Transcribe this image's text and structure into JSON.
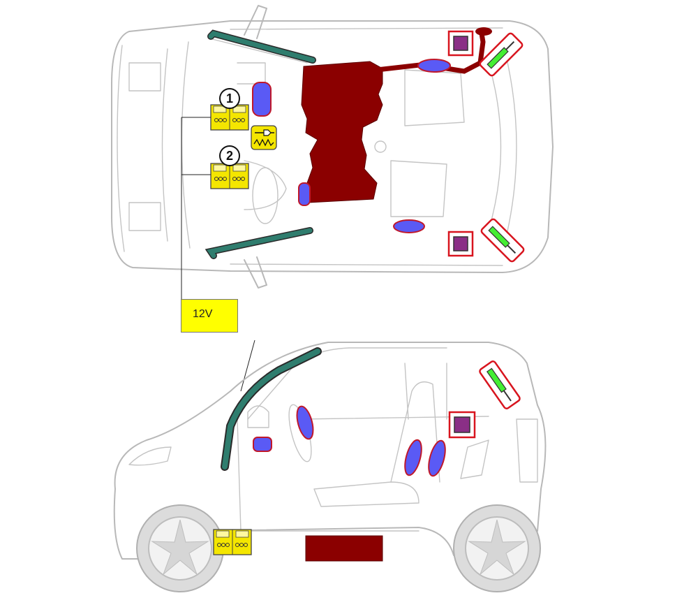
{
  "voltage_label": "12V",
  "battery_markers": [
    "1",
    "2"
  ],
  "colors": {
    "roll_bar": "#2f7d6e",
    "floor_unit": "#8b0000",
    "airbag": "#5a5af5",
    "airbag_border": "#c0182a",
    "battery": "#f4e600",
    "sensor_fill": "#8a2f86",
    "pretensioner": "#44ee33",
    "highlight_border": "#d8141e",
    "label_box": "#ffff00",
    "car_outline": "#b8b8b8"
  },
  "icons": [
    "battery-icon",
    "heater-resistor-icon",
    "airbag-icon",
    "sensor-icon",
    "pretensioner-icon",
    "roll-bar-icon",
    "wheel-icon"
  ]
}
